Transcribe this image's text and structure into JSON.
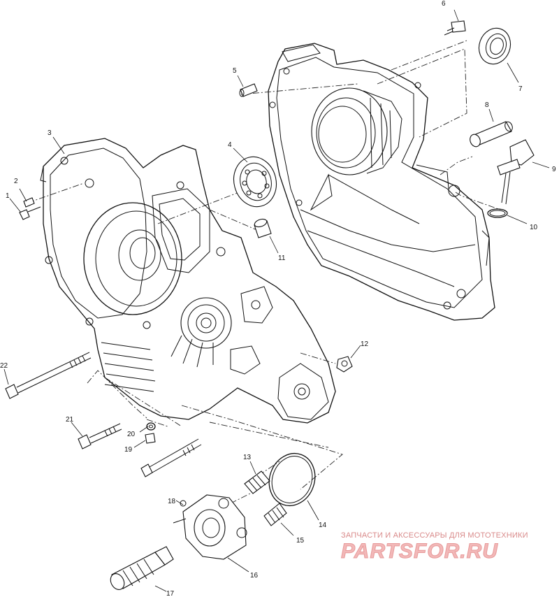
{
  "callouts": {
    "c1": "1",
    "c2": "2",
    "c3": "3",
    "c4": "4",
    "c5": "5",
    "c6": "6",
    "c7": "7",
    "c8": "8",
    "c9": "9",
    "c10": "10",
    "c11": "11",
    "c12": "12",
    "c13": "13",
    "c14": "14",
    "c15": "15",
    "c16": "16",
    "c17": "17",
    "c18": "18",
    "c19": "19",
    "c20": "20",
    "c21": "21",
    "c22": "22"
  },
  "watermark": {
    "caption": "ЗАПЧАСТИ И АКСЕССУАРЫ ДЛЯ МОТОТЕХНИКИ",
    "logo": "PARTSFOR.RU"
  },
  "colors": {
    "line": "#111111",
    "watermark_caption": "#d98a8a",
    "watermark_logo": "#f2b8b8"
  }
}
